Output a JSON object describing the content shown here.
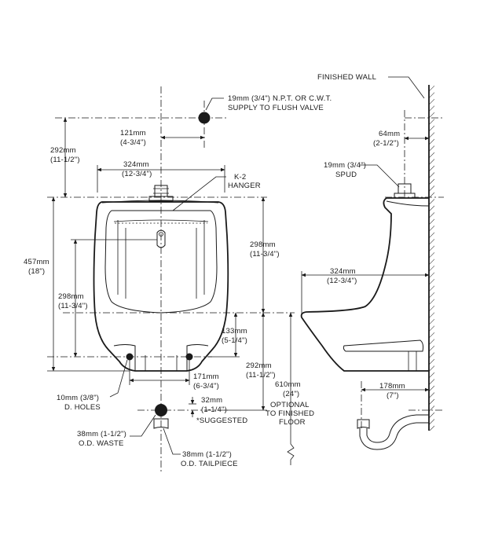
{
  "labels": {
    "finished_wall": "FINISHED WALL",
    "supply_1": "19mm (3/4\") N.P.T. OR C.W.T.",
    "supply_2": "SUPPLY TO FLUSH VALVE",
    "d121_mm": "121mm",
    "d121_in": "(4-3/4\")",
    "d292_mm": "292mm",
    "d292_in": "(11-1/2\")",
    "d324_mm": "324mm",
    "d324_in": "(12-3/4\")",
    "hanger_1": "K-2",
    "hanger_2": "HANGER",
    "d457_mm": "457mm",
    "d457_in": "(18\")",
    "d298a_mm": "298mm",
    "d298a_in": "(11-3/4\")",
    "d298b_mm": "298mm",
    "d298b_in": "(11-3/4\")",
    "d133_mm": "133mm",
    "d133_in": "(5-1/4\")",
    "d292b_mm": "292mm",
    "d292b_in": "(11-1/2\")",
    "d610_mm": "610mm",
    "d610_in": "(24\")",
    "optional_1": "OPTIONAL",
    "optional_2": "TO FINISHED",
    "optional_3": "FLOOR",
    "d171_mm": "171mm",
    "d171_in": "(6-3/4\")",
    "holes_1": "10mm (3/8\")",
    "holes_2": "D. HOLES",
    "d32_mm": "32mm",
    "d32_in": "(1-1/4\")",
    "suggested": "*SUGGESTED",
    "waste_1": "38mm (1-1/2\")",
    "waste_2": "O.D. WASTE",
    "tail_1": "38mm (1-1/2\")",
    "tail_2": "O.D. TAILPIECE",
    "d64_mm": "64mm",
    "d64_in": "(2-1/2\")",
    "spud_1": "19mm (3/4\")",
    "spud_2": "SPUD",
    "d324s_mm": "324mm",
    "d324s_in": "(12-3/4\")",
    "d178_mm": "178mm",
    "d178_in": "(7\")"
  }
}
